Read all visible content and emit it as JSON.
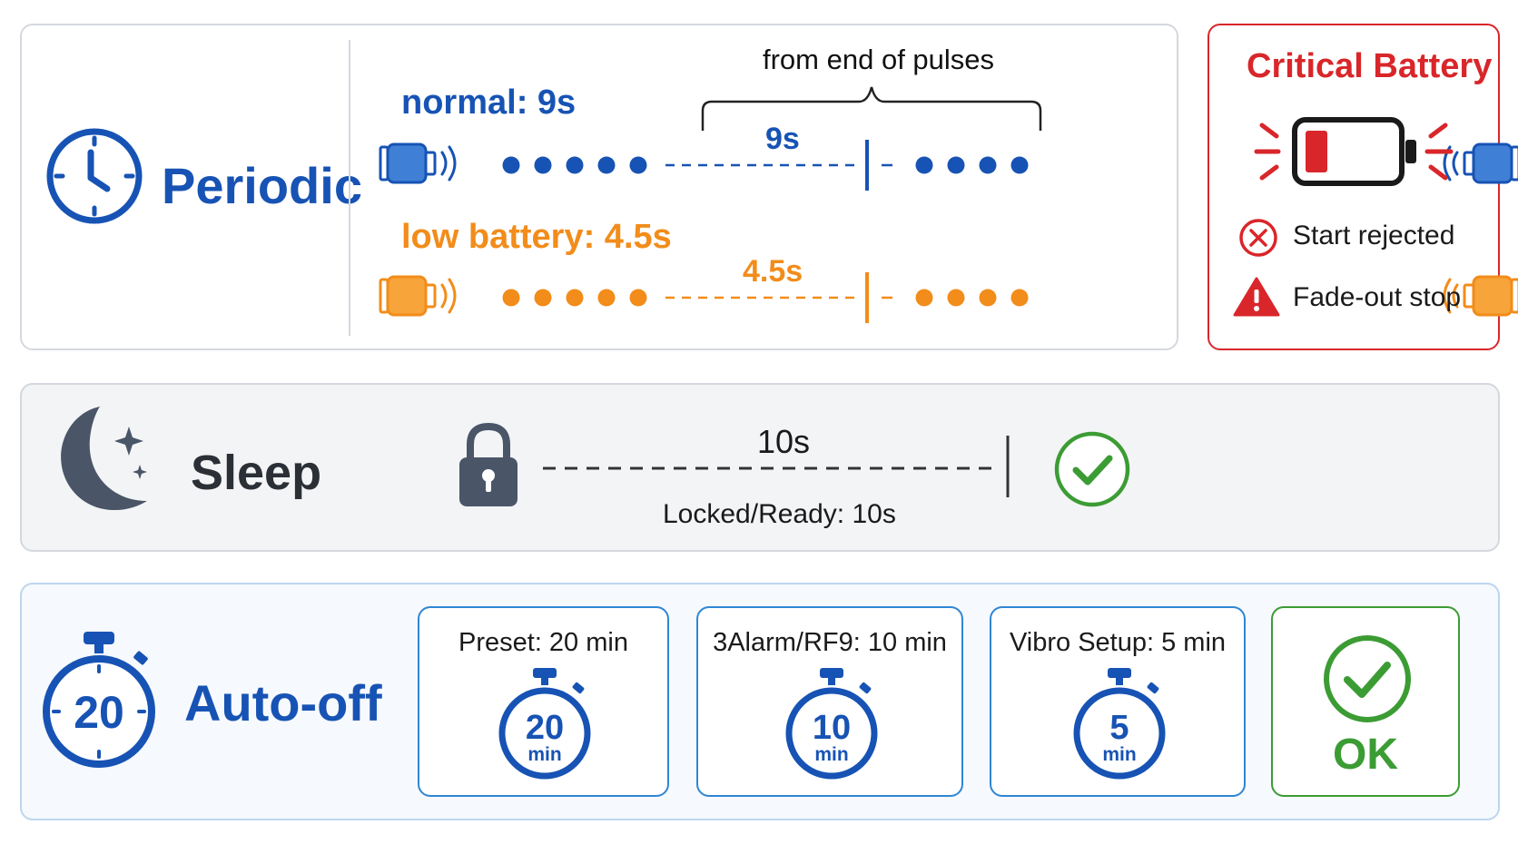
{
  "periodic": {
    "title": "Periodic",
    "bracket_label": "from end of pulses",
    "normal": {
      "label": "normal: 9s",
      "interval": "9s"
    },
    "low_battery": {
      "label": "low battery: 4.5s",
      "interval": "4.5s"
    }
  },
  "critical": {
    "title": "Critical Battery",
    "items": [
      "Start rejected",
      "Fade-out stop"
    ]
  },
  "sleep": {
    "title": "Sleep",
    "duration": "10s",
    "subtitle": "Locked/Ready: 10s"
  },
  "auto_off": {
    "title": "Auto-off",
    "icon_number": "20",
    "cards": [
      {
        "label": "Preset: 20 min",
        "number": "20",
        "unit": "min"
      },
      {
        "label": "3Alarm/RF9: 10 min",
        "number": "10",
        "unit": "min"
      },
      {
        "label": "Vibro Setup: 5 min",
        "number": "5",
        "unit": "min"
      }
    ],
    "ok": "OK"
  },
  "colors": {
    "blue": "#1753b4",
    "orange": "#f28c1a",
    "red": "#d9262a",
    "green": "#3c9c34",
    "slate": "#4a5568"
  },
  "icons": [
    "clock-icon",
    "vibration-motor-icon",
    "battery-low-icon",
    "x-circle-icon",
    "warning-icon",
    "moon-icon",
    "lock-icon",
    "check-circle-icon",
    "stopwatch-icon"
  ]
}
